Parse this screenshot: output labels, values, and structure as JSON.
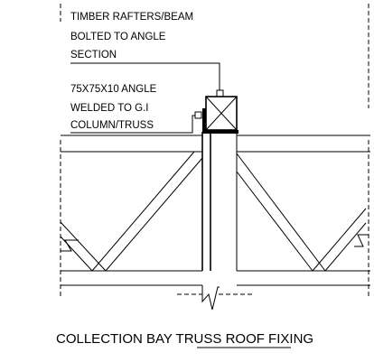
{
  "callout_rafters": {
    "lines": [
      "TIMBER RAFTERS/BEAM",
      "BOLTED TO ANGLE",
      "SECTION"
    ]
  },
  "callout_angle": {
    "lines": [
      "75X75X10 ANGLE",
      "WELDED TO G.I",
      "COLUMN/TRUSS"
    ]
  },
  "title": {
    "prefix": "COLLECTION BAY TRUSS ",
    "underlined": "ROOF FIXING"
  }
}
